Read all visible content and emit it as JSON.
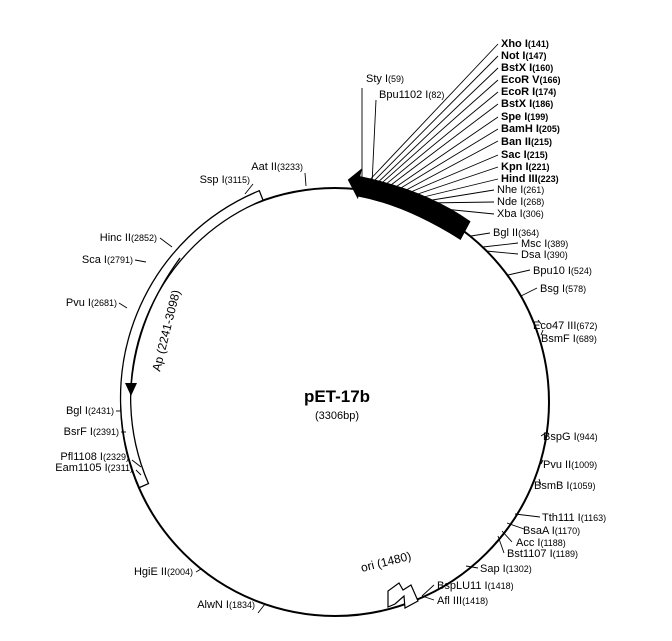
{
  "plasmid": {
    "name": "pET-17b",
    "size_label": "(3306bp)"
  },
  "features": {
    "ap": "Ap (2241-3098)",
    "ori": "ori (1480)"
  },
  "sites": {
    "xho": {
      "name": "Xho I",
      "pos": "(141)",
      "bold": true
    },
    "not": {
      "name": "Not I",
      "pos": "(147)",
      "bold": true
    },
    "bstx1": {
      "name": "BstX I",
      "pos": "(160)",
      "bold": true
    },
    "ecorv": {
      "name": "EcoR V",
      "pos": "(166)",
      "bold": true
    },
    "ecori": {
      "name": "EcoR I",
      "pos": "(174)",
      "bold": true
    },
    "bstx2": {
      "name": "BstX I",
      "pos": "(186)",
      "bold": true
    },
    "spe": {
      "name": "Spe I",
      "pos": "(199)",
      "bold": true
    },
    "bamh": {
      "name": "BamH I",
      "pos": "(205)",
      "bold": true
    },
    "banii": {
      "name": "Ban II",
      "pos": "(215)",
      "bold": true
    },
    "sac": {
      "name": "Sac I",
      "pos": "(215)",
      "bold": true
    },
    "kpn": {
      "name": "Kpn I",
      "pos": "(221)",
      "bold": true
    },
    "hind": {
      "name": "Hind III",
      "pos": "(223)",
      "bold": true
    },
    "nhe": {
      "name": "Nhe I",
      "pos": "(261)",
      "bold": false
    },
    "nde": {
      "name": "Nde I",
      "pos": "(268)",
      "bold": false
    },
    "xba": {
      "name": "Xba I",
      "pos": "(306)",
      "bold": false
    },
    "bglii": {
      "name": "Bgl II",
      "pos": "(364)",
      "bold": false
    },
    "msc": {
      "name": "Msc I",
      "pos": "(389)",
      "bold": false
    },
    "dsa": {
      "name": "Dsa I",
      "pos": "(390)",
      "bold": false
    },
    "bpu10": {
      "name": "Bpu10 I",
      "pos": "(524)",
      "bold": false
    },
    "bsg": {
      "name": "Bsg I",
      "pos": "(578)",
      "bold": false
    },
    "eco47": {
      "name": "Eco47 III",
      "pos": "(672)",
      "bold": false
    },
    "bsmf": {
      "name": "BsmF I",
      "pos": "(689)",
      "bold": false
    },
    "bspg": {
      "name": "BspG I",
      "pos": "(944)",
      "bold": false
    },
    "pvuii": {
      "name": "Pvu II",
      "pos": "(1009)",
      "bold": false
    },
    "bsmb": {
      "name": "BsmB I",
      "pos": "(1059)",
      "bold": false
    },
    "tth111": {
      "name": "Tth111 I",
      "pos": "(1163)",
      "bold": false
    },
    "bsaa": {
      "name": "BsaA I",
      "pos": "(1170)",
      "bold": false
    },
    "acc": {
      "name": "Acc I",
      "pos": "(1188)",
      "bold": false
    },
    "bst1107": {
      "name": "Bst1107 I",
      "pos": "(1189)",
      "bold": false
    },
    "sap": {
      "name": "Sap I",
      "pos": "(1302)",
      "bold": false
    },
    "bsplu11": {
      "name": "BspLU11 I",
      "pos": "(1418)",
      "bold": false
    },
    "afliii": {
      "name": "Afl III",
      "pos": "(1418)",
      "bold": false
    },
    "alwn": {
      "name": "AlwN I",
      "pos": "(1834)",
      "bold": false
    },
    "hgie": {
      "name": "HgiE II",
      "pos": "(2004)",
      "bold": false
    },
    "eam1105": {
      "name": "Eam1105 I",
      "pos": "(2311)",
      "bold": false
    },
    "pfl1108": {
      "name": "Pfl1108 I",
      "pos": "(2329)",
      "bold": false
    },
    "bsrf": {
      "name": "BsrF I",
      "pos": "(2391)",
      "bold": false
    },
    "bgl": {
      "name": "Bgl I",
      "pos": "(2431)",
      "bold": false
    },
    "pvu": {
      "name": "Pvu I",
      "pos": "(2681)",
      "bold": false
    },
    "sca": {
      "name": "Sca I",
      "pos": "(2791)",
      "bold": false
    },
    "hincii": {
      "name": "Hinc II",
      "pos": "(2852)",
      "bold": false
    },
    "ssp": {
      "name": "Ssp I",
      "pos": "(3115)",
      "bold": false
    },
    "aatii": {
      "name": "Aat II",
      "pos": "(3233)",
      "bold": false
    },
    "sty": {
      "name": "Sty I",
      "pos": "(59)",
      "bold": false
    },
    "bpu1102": {
      "name": "Bpu1102 I",
      "pos": "(82)",
      "bold": false
    }
  }
}
